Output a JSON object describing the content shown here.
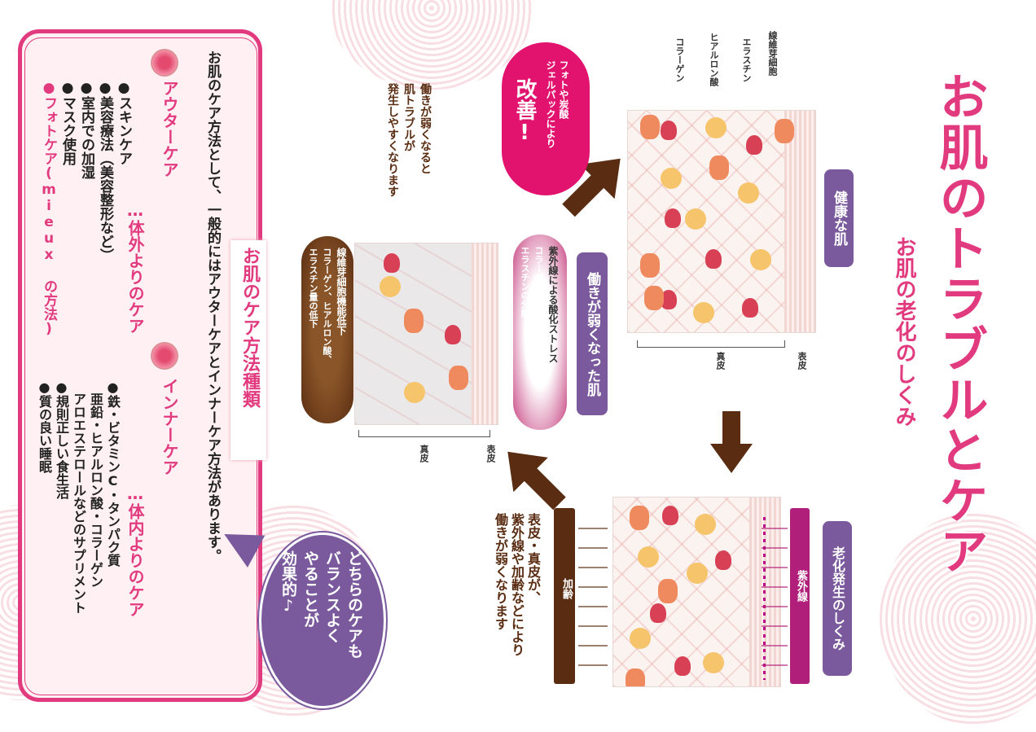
{
  "title": {
    "main": "お肌のトラブルとケア",
    "sub": "お肌の老化のしくみ"
  },
  "colors": {
    "pink": "#e23a7e",
    "purple": "#7a5a9d",
    "brown": "#5a2d12",
    "magenta": "#b0207a"
  },
  "healthy": {
    "label": "健康な肌",
    "cells": [
      "線維芽細胞",
      "エラスチン",
      "ヒアルロン酸",
      "コラーゲン"
    ],
    "layer_epi": "表皮",
    "layer_derm": "真皮"
  },
  "aging": {
    "label": "老化発生のしくみ",
    "uv": "紫外線",
    "age": "加齢",
    "desc": [
      "表皮・真皮が、",
      "紫外線や加齢などにより",
      "働きが弱くなります"
    ]
  },
  "weak": {
    "label": "働きが弱くなった肌",
    "oval_pink": [
      "紫外線による酸化ストレス",
      "コラーゲン、ヒアルロン酸、",
      "エラスチンの分解"
    ],
    "oval_brown": [
      "線維芽細胞機能低下",
      "コラーゲン、ヒアルロン酸、",
      "エラスチン量の低下"
    ],
    "layer_epi": "表皮",
    "layer_derm": "真皮"
  },
  "improve": {
    "badge_top": [
      "フォトや炭酸",
      "ジェルパックにより"
    ],
    "badge_big": "改善!",
    "note": [
      "働きが弱くなると",
      "肌トラブルが",
      "発生しやすくなります"
    ]
  },
  "care": {
    "heading": "お肌のケア方法種類",
    "intro": [
      "お肌のケア方法として、一般的にはアウターケアとインナーケア方法があります。"
    ],
    "outer_title": "アウターケア",
    "outer_sub": "…体外よりのケア",
    "outer_items": [
      "●スキンケア",
      "●美容療法（美容整形など）",
      "●室内での加湿",
      "●マスク使用"
    ],
    "outer_special": "●フォトケア(mieux の方法)",
    "inner_title": "インナーケア",
    "inner_sub": "…体内よりのケア",
    "inner_items": [
      "●鉄・ビタミンC・タンパク質",
      "　亜鉛・ヒアルロン酸・コラーゲン",
      "　アロエステロールなどのサプリメント",
      "●規則正しい食生活",
      "●質の良い睡眠"
    ]
  },
  "bubble": [
    "どちらのケアも",
    "バランスよく",
    "やることが",
    "効果的♪"
  ]
}
